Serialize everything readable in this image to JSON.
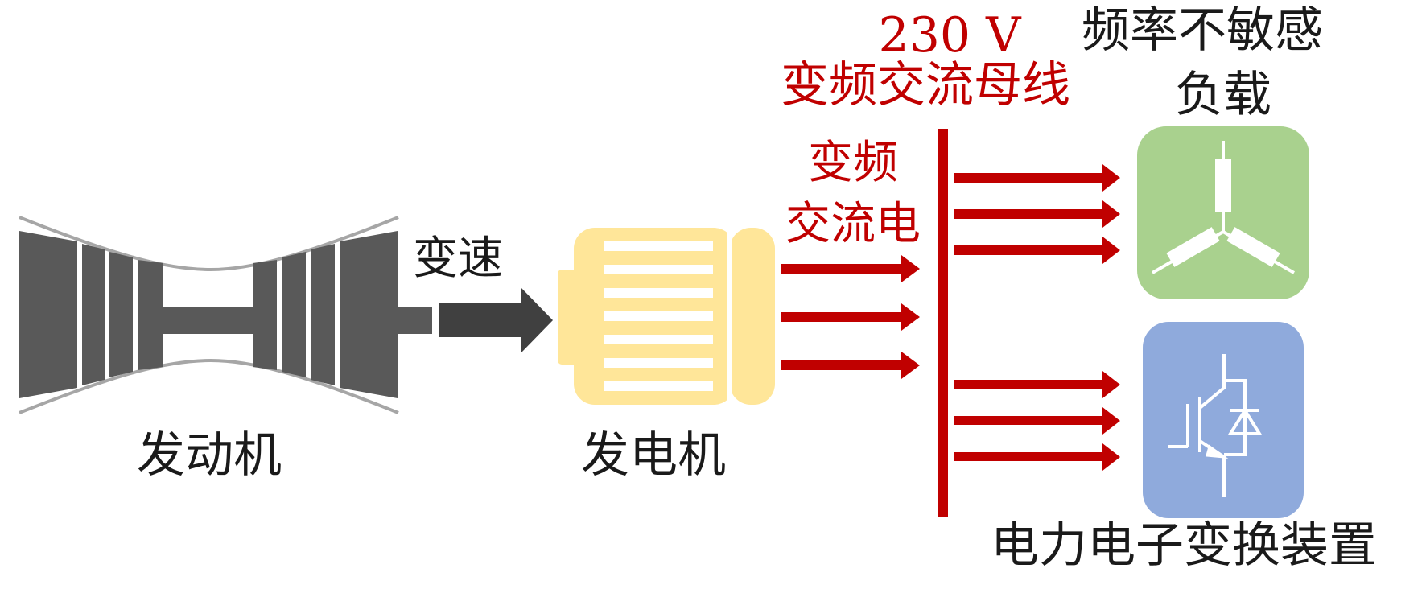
{
  "labels": {
    "engine": "发动机",
    "generator": "发电机",
    "variable_speed": "变速",
    "vf_ac_line1": "变频",
    "vf_ac_line2": "交流电",
    "bus_voltage": "230 V",
    "bus_name": "变频交流母线",
    "freq_insensitive_line1": "频率不敏感",
    "freq_insensitive_line2": "负载",
    "power_electronics": "电力电子变换装置"
  },
  "colors": {
    "engine": "#595959",
    "shaft_arrow": "#404040",
    "generator": "#ffe699",
    "bus": "#c00000",
    "load_box": "#a9d18e",
    "converter_box": "#8faadc",
    "casing": "#a6a6a6"
  },
  "icons": {
    "engine": "gas-turbine-icon",
    "generator": "generator-icon",
    "load": "resistive-load-icon",
    "converter": "igbt-icon"
  }
}
